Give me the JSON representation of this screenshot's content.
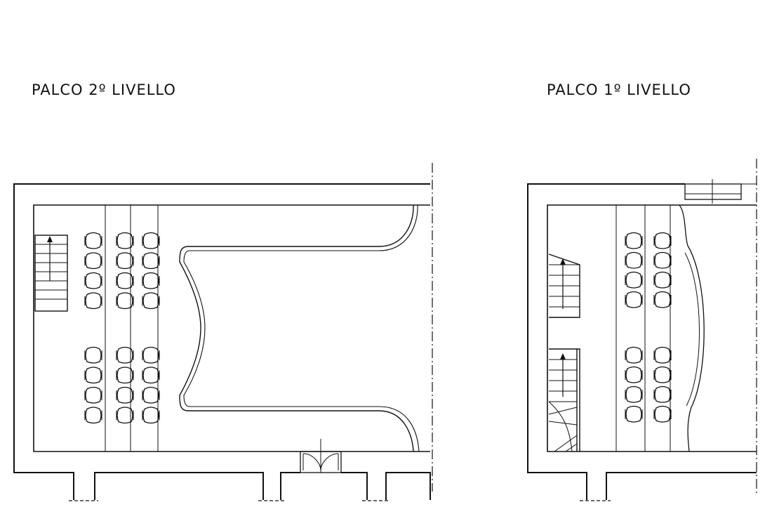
{
  "plans": [
    {
      "title": "PALCO 2º LIVELLO"
    },
    {
      "title": "PALCO 1º LIVELLO"
    }
  ],
  "colors": {
    "ink": "#111111",
    "paper": "#ffffff"
  },
  "seating": {
    "level2": {
      "blocks": 2,
      "rows_per_block": 4,
      "seats_per_row": 3
    },
    "level1": {
      "blocks": 2,
      "rows_per_block": 4,
      "seats_per_row": 2
    }
  }
}
